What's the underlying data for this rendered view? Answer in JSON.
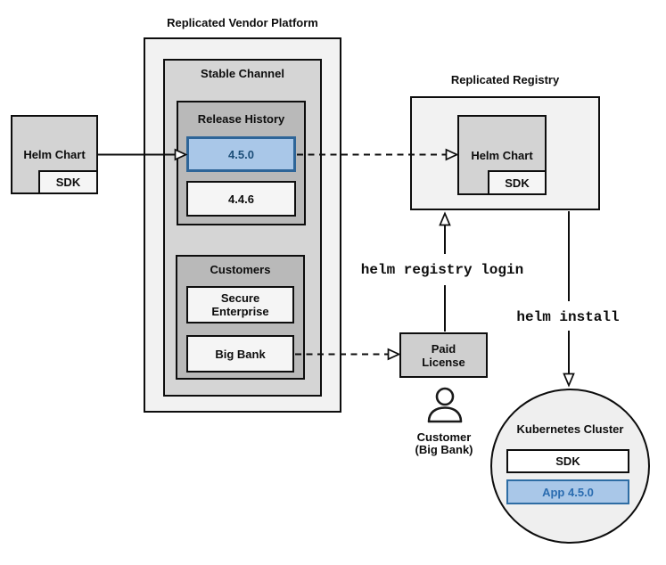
{
  "platform": {
    "title": "Replicated Vendor Platform",
    "stable_channel": {
      "label": "Stable Channel",
      "release_history": {
        "label": "Release History",
        "releases": [
          {
            "version": "4.5.0",
            "highlighted": true
          },
          {
            "version": "4.4.6",
            "highlighted": false
          }
        ]
      },
      "customers": {
        "label": "Customers",
        "items": [
          "Secure\nEnterprise",
          "Big Bank"
        ]
      }
    }
  },
  "source": {
    "label": "Helm Chart",
    "sdk_label": "SDK"
  },
  "registry": {
    "title": "Replicated Registry",
    "helm_chart": {
      "label": "Helm Chart",
      "sdk_label": "SDK"
    }
  },
  "license": {
    "label": "Paid\nLicense"
  },
  "customer_caption": "Customer\n(Big Bank)",
  "cluster": {
    "title": "Kubernetes Cluster",
    "sdk_label": "SDK",
    "app_label": "App 4.5.0"
  },
  "commands": {
    "registry_login": "helm registry login",
    "install": "helm install"
  },
  "icons": {
    "customer": "person-icon"
  },
  "colors": {
    "outer_box": "#f2f2f2",
    "mid_box": "#d5d5d5",
    "inner_box": "#b9b9b9",
    "item_box": "#f5f5f5",
    "highlight_fill": "#a9c7e8",
    "highlight_border": "#2e6598",
    "highlight_text": "#1c4e78",
    "app_border": "#2e6da4",
    "app_text": "#2a6cb0",
    "line": "#0d0d0d"
  }
}
